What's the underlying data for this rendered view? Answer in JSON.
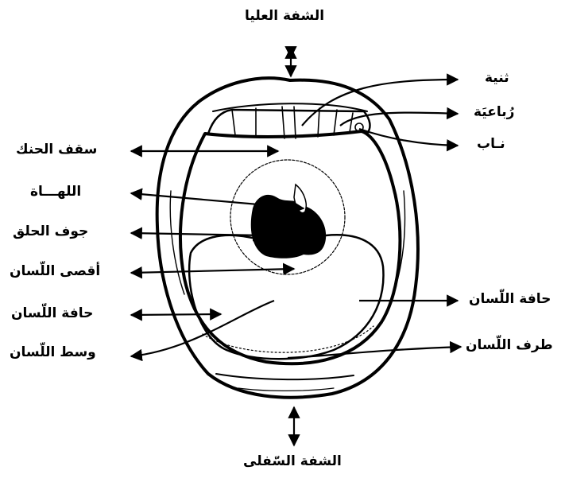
{
  "labels": {
    "upper_lip": "الشفة العليا",
    "lower_lip": "الشفة السّفلى",
    "central_incisor": "ثنية",
    "lateral_incisor": "رُباعيَة",
    "canine": "نـاب",
    "palate": "سقف الحنك",
    "uvula": "اللهـــاة",
    "pharynx": "جوف الحلق",
    "back_of_tongue": "أقصى اللّسان",
    "tongue_edge_left": "حافة اللّسان",
    "middle_of_tongue": "وسط اللّسان",
    "tongue_edge_right": "حافة اللّسان",
    "tongue_tip": "طرف اللّسان"
  },
  "colors": {
    "ink": "#000000",
    "paper": "#ffffff"
  }
}
